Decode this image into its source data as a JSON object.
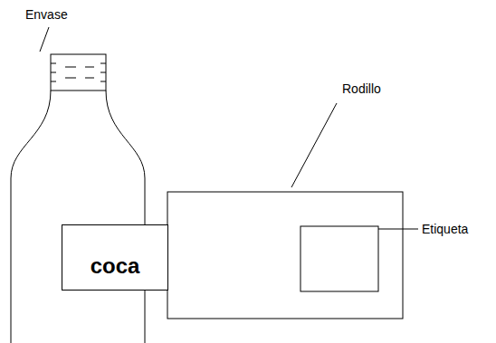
{
  "diagram": {
    "nodes": [
      {
        "text": [
          "coca"
        ]
      }
    ],
    "labels": [
      "Envase",
      "Rodillo",
      "Etiqueta"
    ]
  }
}
